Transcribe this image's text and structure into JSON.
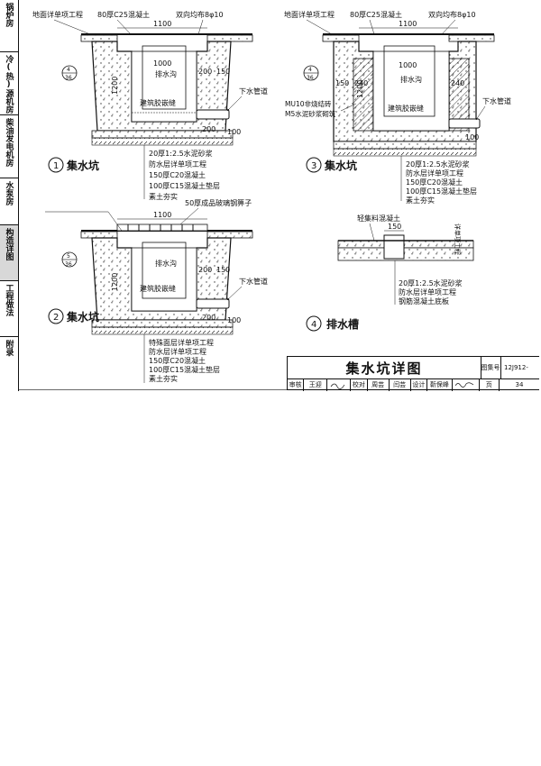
{
  "sidebar": {
    "tabs": [
      {
        "label": "锅炉房",
        "active": false
      },
      {
        "label": "冷(热)源机房",
        "active": false
      },
      {
        "label": "柴油发电机房",
        "active": false
      },
      {
        "label": "水泵房",
        "active": false
      },
      {
        "label": "构造详图",
        "active": true
      },
      {
        "label": "工程做法",
        "active": false
      },
      {
        "label": "附录",
        "active": false
      }
    ]
  },
  "detail1": {
    "num": "1",
    "title": "集水坑",
    "surface": "地面详单项工程",
    "topslab": "80厚C25混凝土",
    "rebar": "双向均布8φ10",
    "d1100": "1100",
    "d1000": "1000",
    "d1200": "1200",
    "d200a": "200",
    "d150": "150",
    "d200b": "200",
    "d100": "100",
    "channel": "排水沟",
    "sealant": "建筑胶嵌缝",
    "pipe": "下水管道",
    "ref_top": "4",
    "ref_bot": "36",
    "layers": [
      "20厚1:2.5水泥砂浆",
      "防水层详单项工程",
      "150厚C20混凝土",
      "100厚C15混凝土垫层",
      "素土夯实"
    ]
  },
  "detail2": {
    "num": "2",
    "title": "集水坑",
    "grate": "50厚成品玻璃钢箅子",
    "d1100": "1100",
    "d1200": "1200",
    "d200a": "200",
    "d150": "150",
    "d200b": "200",
    "d100": "100",
    "channel": "排水沟",
    "sealant": "建筑胶嵌缝",
    "pipe": "下水管道",
    "ref_top": "5",
    "ref_bot": "36",
    "layers": [
      "特殊面层详单项工程",
      "防水层详单项工程",
      "150厚C20混凝土",
      "100厚C15混凝土垫层",
      "素土夯实"
    ]
  },
  "detail3": {
    "num": "3",
    "title": "集水坑",
    "surface": "地面详单项工程",
    "topslab": "80厚C25混凝土",
    "rebar": "双向均布8φ10",
    "d1100": "1100",
    "d1000": "1000",
    "d1200": "1200",
    "d150": "150",
    "d240a": "240",
    "d240b": "240",
    "d100": "100",
    "channel": "排水沟",
    "sealant": "建筑胶嵌缝",
    "pipe": "下水管道",
    "brick1": "MU10非烧结砖",
    "brick2": "M5水泥砂浆砌筑",
    "ref_top": "4",
    "ref_bot": "36",
    "layers": [
      "20厚1:2.5水泥砂浆",
      "防水层详单项工程",
      "150厚C20混凝土",
      "100厚C15混凝土垫层",
      "素土夯实"
    ]
  },
  "detail4": {
    "num": "4",
    "title": "排水槽",
    "topnote": "轻集料混凝土",
    "d150": "150",
    "side": "详单项工程",
    "layers": [
      "20厚1:2.5水泥砂浆",
      "防水层详单项工程",
      "钢筋混凝土底板"
    ]
  },
  "titleblock": {
    "title": "集水坑详图",
    "atlas_label": "图集号",
    "atlas_no": "12J912-",
    "row": [
      "审核",
      "王迎",
      "",
      "校对",
      "周芸",
      "闫芸",
      "设计",
      "靳保峰",
      "",
      "页",
      "34"
    ]
  }
}
